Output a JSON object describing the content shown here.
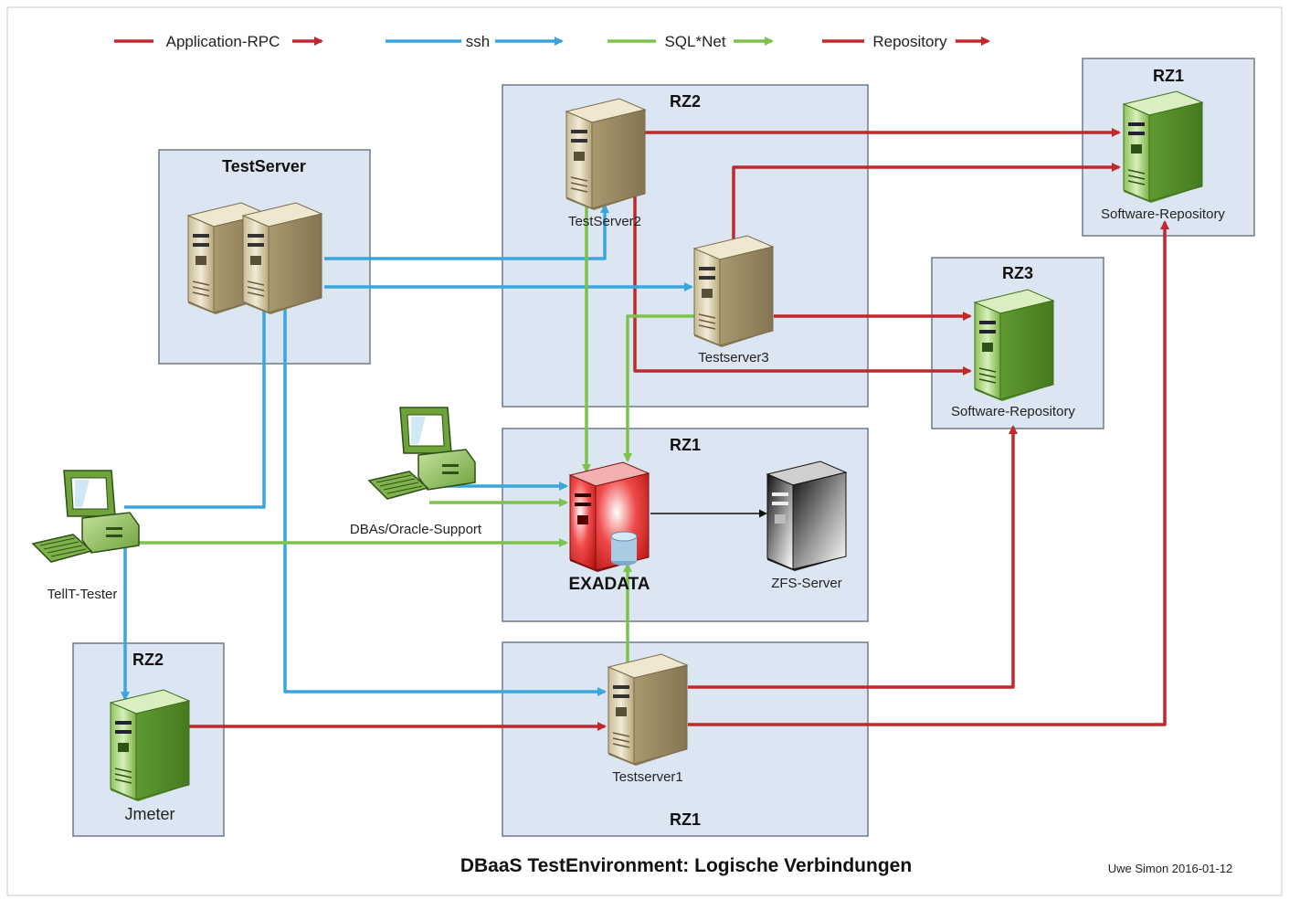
{
  "title": "DBaaS TestEnvironment: Logische Verbindungen",
  "author": "Uwe Simon 2016-01-12",
  "colors": {
    "application_rpc": "#c0282c",
    "ssh": "#3aa6dc",
    "sqlnet": "#7cc24d",
    "repository": "#c0282c",
    "zone_fill": "#dce6f2"
  },
  "legend": [
    {
      "label": "Application-RPC",
      "color": "#c0282c"
    },
    {
      "label": "ssh",
      "color": "#3aa6dc"
    },
    {
      "label": "SQL*Net",
      "color": "#7cc24d"
    },
    {
      "label": "Repository",
      "color": "#c0282c"
    }
  ],
  "zones": {
    "testserver": "TestServer",
    "rz2_top": "RZ2",
    "rz1_repo": "RZ1",
    "rz3_repo": "RZ3",
    "rz1_exadata": "RZ1",
    "rz2_jmeter": "RZ2",
    "rz1_testserver1": "RZ1"
  },
  "nodes": {
    "testserver2": "TestServer2",
    "testserver3": "Testserver3",
    "software_repo_rz1": "Software-Repository",
    "software_repo_rz3": "Software-Repository",
    "dbas": "DBAs/Oracle-Support",
    "tellit_tester": "TellT-Tester",
    "exadata": "EXADATA",
    "zfs_server": "ZFS-Server",
    "testserver1": "Testserver1",
    "jmeter": "Jmeter"
  }
}
